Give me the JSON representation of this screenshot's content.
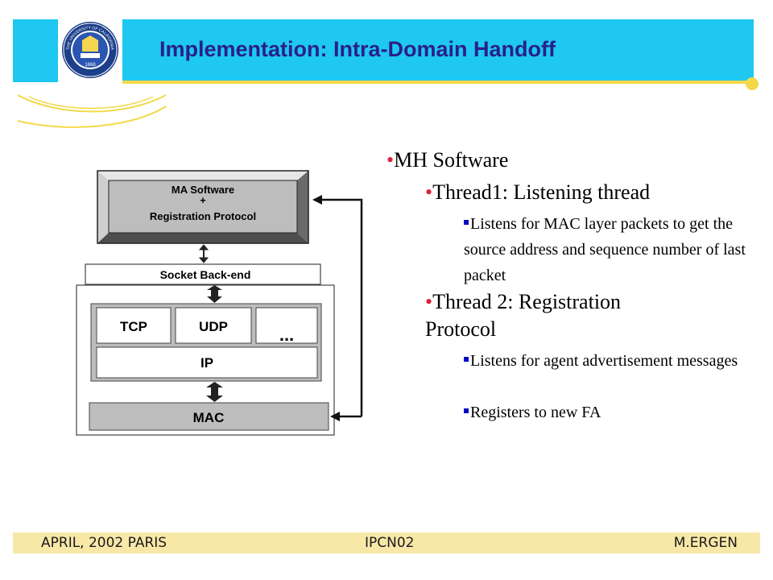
{
  "slide": {
    "title": "Implementation: Intra-Domain Handoff"
  },
  "seal": {
    "upper_text": "THE UNIVERSITY OF CALIFORNIA",
    "year": "1868"
  },
  "diagram": {
    "ma_software": "MA Software",
    "plus": "+",
    "registration_protocol": "Registration Protocol",
    "socket_backend": "Socket Back-end",
    "tcp": "TCP",
    "udp": "UDP",
    "ellipsis": "...",
    "ip": "IP",
    "mac": "MAC"
  },
  "bullets": {
    "mh_software": "MH Software",
    "thread1": "Thread1: Listening thread",
    "thread1_detail": "Listens for MAC layer packets to get the source address and sequence number of last packet",
    "thread2": "Thread 2: Registration Protocol",
    "thread2_detail_1": "Listens for agent advertisement messages",
    "thread2_detail_2": "Registers to new FA"
  },
  "footer": {
    "left": "APRIL, 2002 PARIS",
    "center": "IPCN02",
    "right": "M.ERGEN"
  },
  "colors": {
    "header": "#1ec8f0",
    "accent_yellow": "#f3d94a",
    "title": "#2a1f8a",
    "bullet_dot": "#e0203a",
    "square_bullet": "#0000c8",
    "footer": "#f8e8a8"
  }
}
